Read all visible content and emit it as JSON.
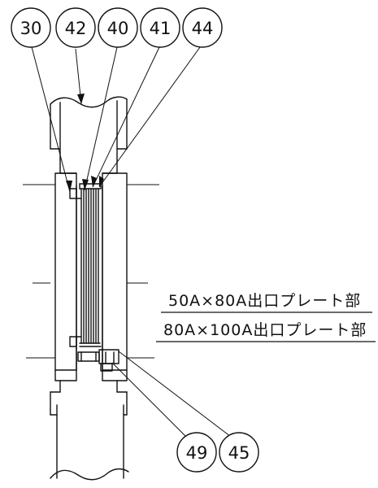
{
  "balloons_top": [
    "30",
    "42",
    "40",
    "41",
    "44"
  ],
  "balloons_bottom": [
    "49",
    "45"
  ],
  "notes": [
    "50A×80A出口プレート部",
    "80A×100A出口プレート部"
  ],
  "colors": {
    "line": "#111111",
    "background": "#ffffff"
  }
}
